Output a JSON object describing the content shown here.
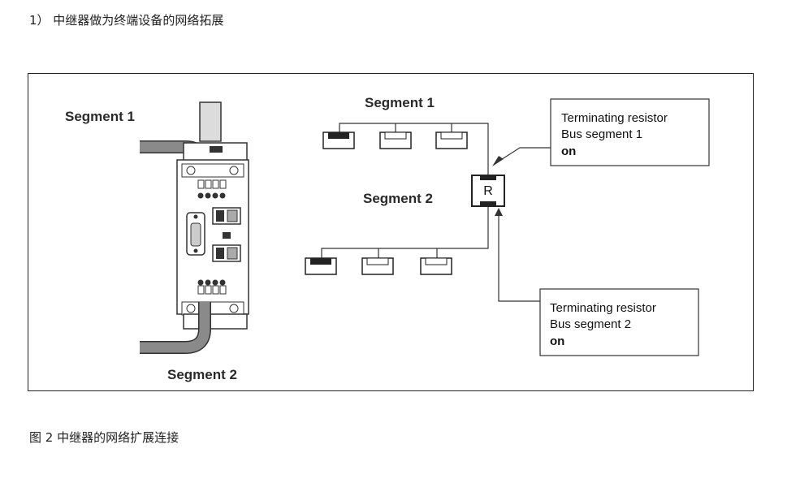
{
  "heading": "1） 中继器做为终端设备的网络拓展",
  "caption": "图 2  中继器的网络扩展连接",
  "diagram": {
    "left_label_top": "Segment 1",
    "left_label_bottom": "Segment 2",
    "right_label_segment1": "Segment 1",
    "right_label_segment2": "Segment 2",
    "repeater_letter": "R",
    "callout1": {
      "line1": "Terminating resistor",
      "line2": "Bus segment 1",
      "line3": "on"
    },
    "callout2": {
      "line1": "Terminating resistor",
      "line2": "Bus segment 2",
      "line3": "on"
    }
  }
}
